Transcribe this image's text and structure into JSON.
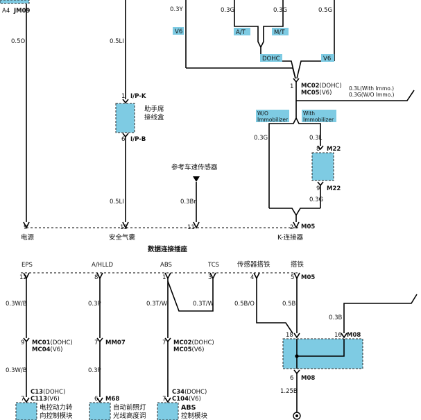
{
  "top_left": {
    "pin": "A4",
    "connector": "JM09"
  },
  "wires_top": {
    "w_power": "0.5O",
    "w_airbag_top": "0.5LI",
    "w_airbag_bottom": "0.5LI",
    "w_03y": "0.3Y",
    "w_03g_a": "0.3G",
    "w_03g_b": "0.3G",
    "w_05g": "0.5G",
    "w_immo_l": "0.3L(With Immo.)",
    "w_immo_g": "0.3G(W/O Immo.)",
    "w_k_left": "0.3G",
    "w_k_right_top": "0.3L",
    "w_k_right_bottom": "0.3G",
    "w_speed": "0.3Br"
  },
  "tags": {
    "v6_left": "V6",
    "at": "A/T",
    "mt": "M/T",
    "dohc": "DOHC",
    "v6_right": "V6",
    "wo_immo_1": "W/O",
    "wo_immo_2": "Immobilizer",
    "with_immo_1": "With",
    "with_immo_2": "Immobilizer"
  },
  "junction_box": {
    "pin_top": "1",
    "conn_top": "I/P-K",
    "name_1": "助手席",
    "name_2": "接线盒",
    "pin_bottom": "6",
    "conn_bottom": "I/P-B"
  },
  "mc02": {
    "pin": "1",
    "line1": "MC02",
    "line1_suffix": "(DOHC)",
    "line2": "MC05",
    "line2_suffix": "(V6)"
  },
  "m22": {
    "pin_top": "8",
    "conn_top": "M22",
    "pin_bottom": "9",
    "conn_bottom": "M22"
  },
  "speed_sensor_ref": "参考车速传感器",
  "upper_connector": {
    "pins": [
      "9",
      "13",
      "11",
      "2"
    ],
    "connector": "M05",
    "labels": [
      "电源",
      "安全气囊",
      "K-连接器"
    ],
    "title": "数据连接插座"
  },
  "lower_connector": {
    "top_labels": [
      "EPS",
      "A/HLLD",
      "ABS",
      "TCS",
      "传感器搭铁",
      "搭铁"
    ],
    "pins": [
      "12",
      "8",
      "1",
      "3",
      "4",
      "5"
    ],
    "connector": "M05"
  },
  "wires_bottom": {
    "w_eps_top": "0.3W/B",
    "w_eps_bottom": "0.3W/B",
    "w_hlld_top": "0.3P",
    "w_hlld_bottom": "0.3P",
    "w_abs": "0.3T/W",
    "w_tcs": "0.3T/W",
    "w_sensor_gnd": "0.5B/O",
    "w_gnd": "0.5B",
    "w_right": "0.3B",
    "w_ground": "1.25B"
  },
  "inline_connectors": {
    "eps_pin": "9",
    "eps_line1": "MC01",
    "eps_line1_suffix": "(DOHC)",
    "eps_line2": "MC04",
    "eps_line2_suffix": "(V6)",
    "hlld_pin": "7",
    "hlld_conn": "MM07",
    "abs_pin": "7",
    "abs_line1": "MC02",
    "abs_line1_suffix": "(DOHC)",
    "abs_line2": "MC05",
    "abs_line2_suffix": "(V6)"
  },
  "m08": {
    "pin_left": "18",
    "pin_right": "16",
    "conn_top": "M08",
    "pin_bottom": "6",
    "conn_bottom": "M08"
  },
  "bottom_modules": {
    "eps": {
      "pin": "7",
      "line1": "C13",
      "line1_suffix": "(DOHC)",
      "line2": "C113",
      "line2_suffix": "(V6)",
      "name_1": "电控动力转",
      "name_2": "向控制模块"
    },
    "hlld": {
      "pin": "6",
      "conn": "M68",
      "name_1": "自动前照灯",
      "name_2": "光线高度调"
    },
    "abs": {
      "pin": "7",
      "line1": "C34",
      "line1_suffix": "(DOHC)",
      "line2": "C104",
      "line2_suffix": "(V6)",
      "name_1": "ABS",
      "name_2": "控制模块"
    }
  }
}
